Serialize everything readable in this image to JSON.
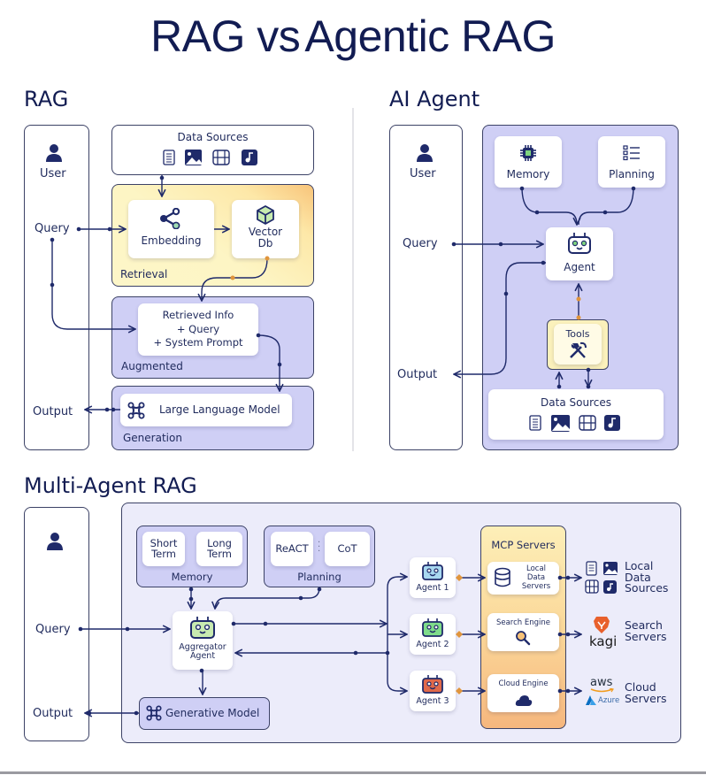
{
  "title": {
    "part1": "RAG vs",
    "part2": "Agentic RAG"
  },
  "rag": {
    "heading": "RAG",
    "user": "User",
    "query": "Query",
    "output": "Output",
    "data_sources": "Data Sources",
    "embedding": "Embedding",
    "vector_db_line1": "Vector",
    "vector_db_line2": "Db",
    "retrieval": "Retrieval",
    "retrieved_line1": "Retrieved Info",
    "retrieved_line2": "+ Query",
    "retrieved_line3": "+ System Prompt",
    "augmented": "Augmented",
    "llm": "Large Language Model",
    "generation": "Generation"
  },
  "agent": {
    "heading": "AI Agent",
    "user": "User",
    "query": "Query",
    "output": "Output",
    "memory": "Memory",
    "planning": "Planning",
    "agent": "Agent",
    "tools": "Tools",
    "data_sources": "Data Sources"
  },
  "multi": {
    "heading": "Multi-Agent RAG",
    "query": "Query",
    "output": "Output",
    "short_term_1": "Short",
    "short_term_2": "Term",
    "long_term_1": "Long",
    "long_term_2": "Term",
    "memory": "Memory",
    "react": "ReACT",
    "cot": "CoT",
    "planning": "Planning",
    "aggregator_1": "Aggregator",
    "aggregator_2": "Agent",
    "generative_model": "Generative Model",
    "agent1": "Agent 1",
    "agent2": "Agent 2",
    "agent3": "Agent 3",
    "mcp_servers": "MCP Servers",
    "local_1": "Local",
    "local_2": "Data",
    "local_3": "Servers",
    "search_engine": "Search Engine",
    "cloud_engine": "Cloud Engine",
    "local_sources_1": "Local",
    "local_sources_2": "Data",
    "local_sources_3": "Sources",
    "search_servers_1": "Search",
    "search_servers_2": "Servers",
    "cloud_servers_1": "Cloud",
    "cloud_servers_2": "Servers",
    "kagi": "kagi",
    "aws": "aws",
    "azure": "Azure"
  },
  "colors": {
    "navy": "#121c52",
    "lavender": "#cfcff5",
    "light_lavender": "#ececfa",
    "yellow": "#fdf3b8",
    "orange": "#f5b466",
    "agent1": "#a8d8f0",
    "agent2": "#7fdc8a",
    "agent3": "#e0694a",
    "aggregator": "#c8eab0",
    "wire_orange": "#e0953c"
  }
}
